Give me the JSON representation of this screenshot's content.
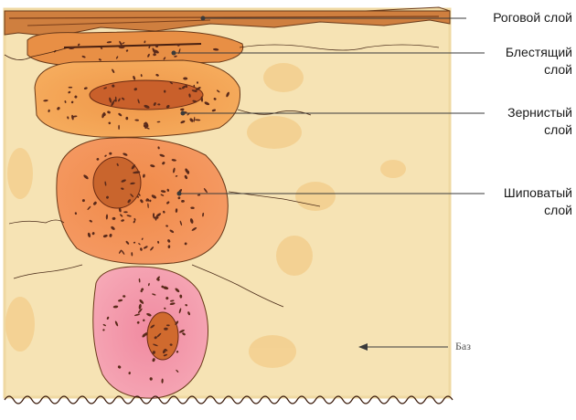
{
  "figure": {
    "labels": {
      "stratum_corneum": [
        "Роговой слой"
      ],
      "stratum_lucidum": [
        "Блестящий",
        "слой"
      ],
      "stratum_granulosum": [
        "Зернистый",
        "слой"
      ],
      "stratum_spinosum": [
        "Шиповатый",
        "слой"
      ],
      "basal_partial": "Баз"
    },
    "colors": {
      "background": "#f6e3b4",
      "corneum": "#cf7f3f",
      "lucidum": "#e88f45",
      "granulosum": "#f2a04e",
      "spinosum": "#ee8a55",
      "basal": "#ee8fa0",
      "dark_stipple": "#5a2a1a"
    }
  }
}
